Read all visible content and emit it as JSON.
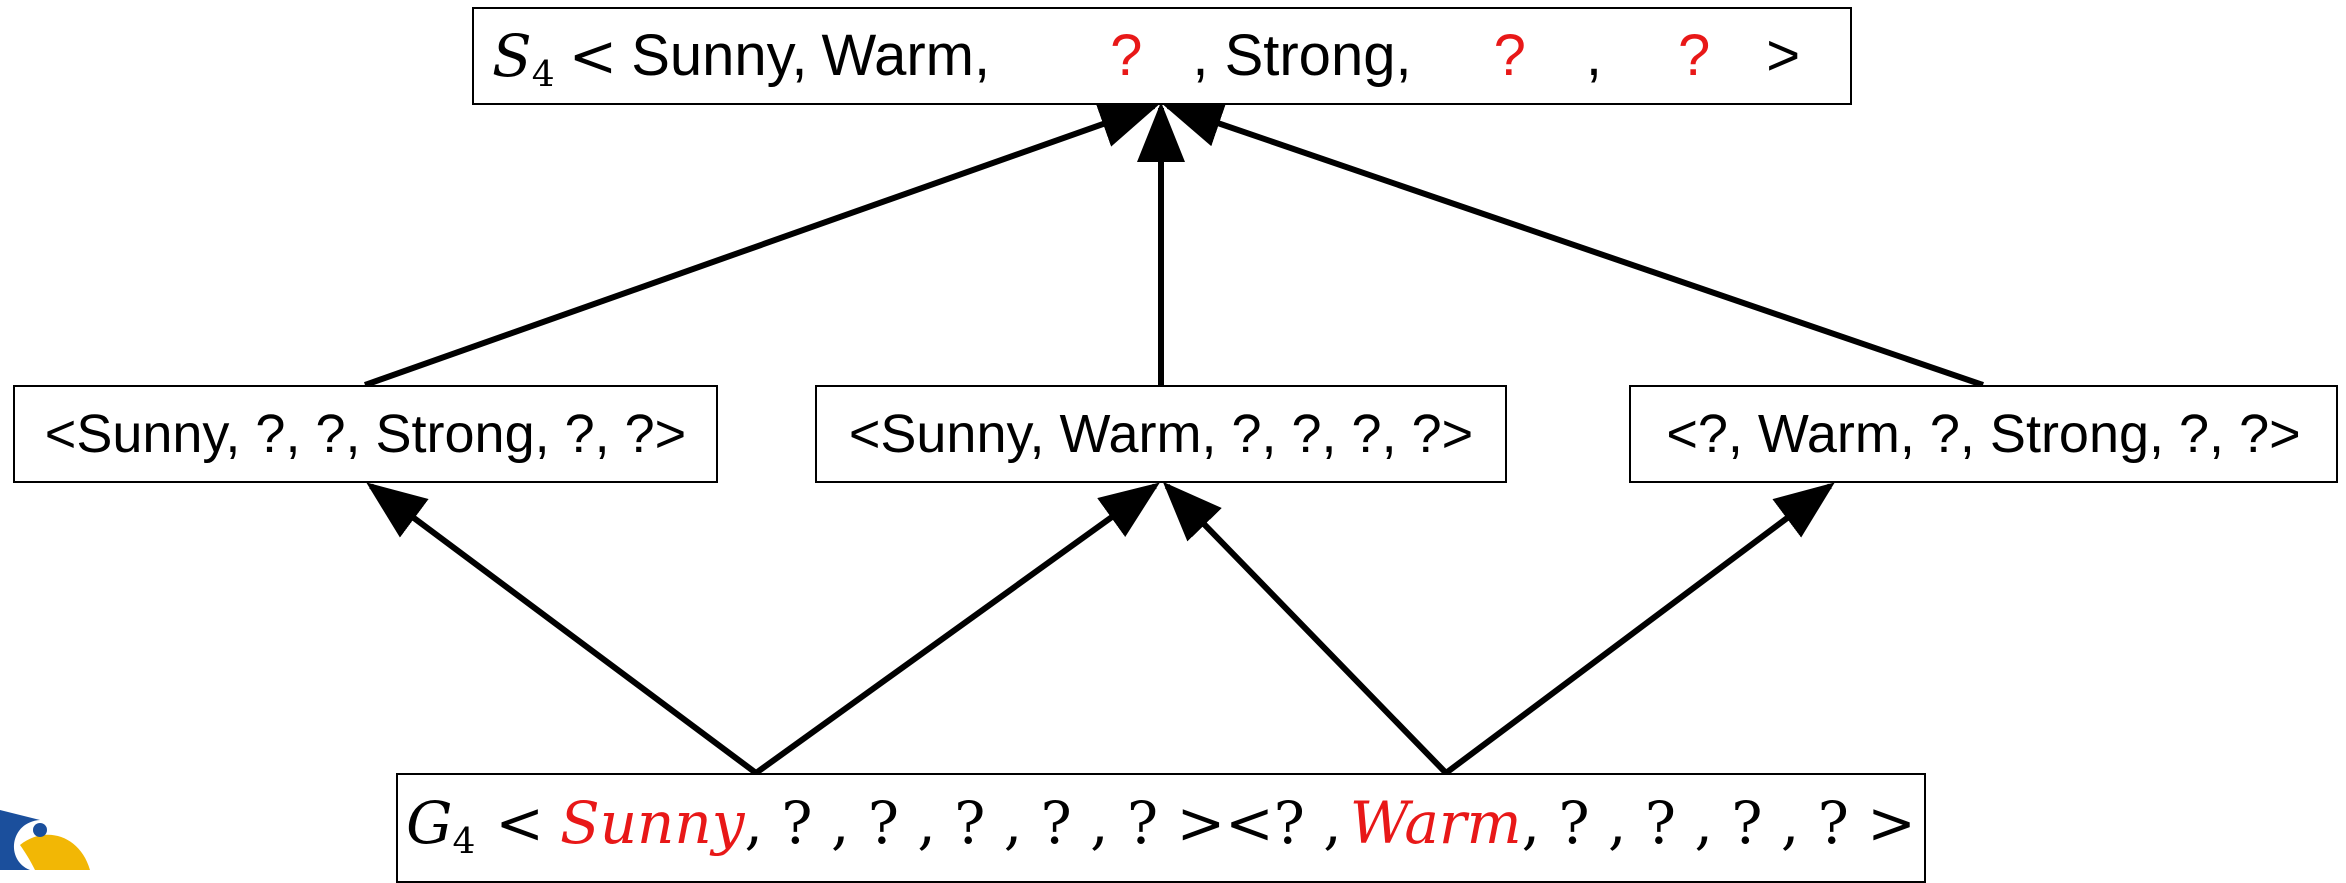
{
  "specific_boundary": {
    "symbol": "S",
    "subscript": "4",
    "open": "<",
    "v1": "Sunny,",
    "v2": "Warm,",
    "q1": "?",
    "v3": ", Strong,",
    "q2": "?",
    "comma": ",",
    "q3": "?",
    "close": ">"
  },
  "middle_hypotheses": [
    "<Sunny, ?, ?, Strong, ?, ?>",
    "<Sunny, Warm, ?, ?, ?, ?>",
    "<?, Warm, ?, Strong, ?, ?>"
  ],
  "general_boundary": {
    "symbol": "G",
    "subscript": "4",
    "open": "<",
    "sunny": "Sunny",
    "after_sunny": ", ? , ? , ? , ? , ? ><? ,",
    "warm": "Warm",
    "after_warm": ", ? , ? , ? , ? >"
  },
  "colors": {
    "highlight": "#e81818",
    "line": "#000000"
  }
}
